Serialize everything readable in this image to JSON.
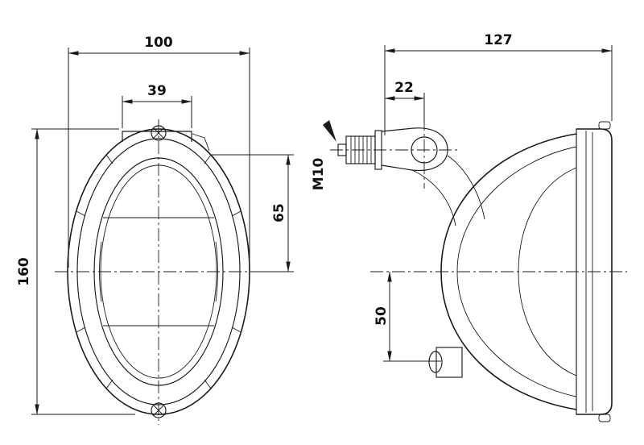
{
  "drawing": {
    "ink_color": "#1b1b1b",
    "background_color": "#ffffff",
    "front_view": {
      "width_mm": "100",
      "tab_width_mm": "39",
      "height_mm": "160",
      "center_offset_mm": "65"
    },
    "side_view": {
      "depth_mm": "127",
      "bracket_offset_mm": "22",
      "thread_label": "M10",
      "lower_offset_mm": "50"
    }
  }
}
